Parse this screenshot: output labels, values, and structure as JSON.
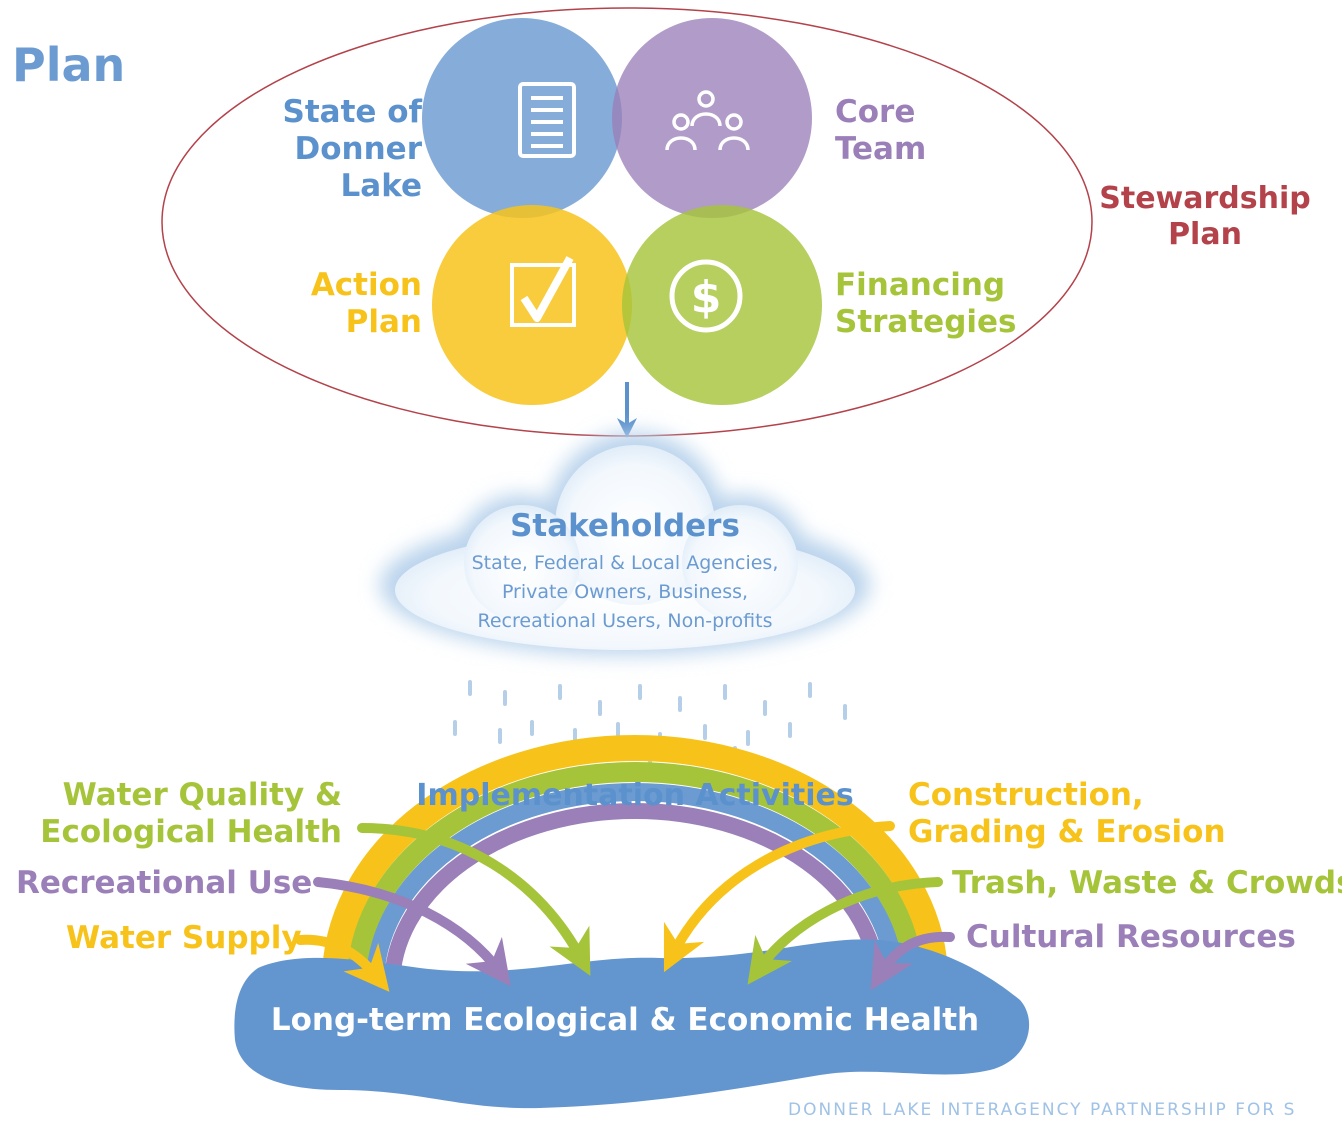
{
  "title": "Plan",
  "venn": {
    "state_of_donner_lake": [
      "State of",
      "Donner",
      "Lake"
    ],
    "core_team": [
      "Core",
      "Team"
    ],
    "action_plan": [
      "Action",
      "Plan"
    ],
    "financing_strategies": [
      "Financing",
      "Strategies"
    ]
  },
  "stewardship_plan": [
    "Stewardship",
    "Plan"
  ],
  "stakeholders": {
    "title": "Stakeholders",
    "lines": [
      "State, Federal & Local Agencies,",
      "Private Owners, Business,",
      "Recreational Users, Non-profits"
    ]
  },
  "implementation_label": "Implementation Activities",
  "left_labels": {
    "water_quality": [
      "Water Quality &",
      "Ecological Health"
    ],
    "recreational_use": "Recreational Use",
    "water_supply": "Water Supply"
  },
  "right_labels": {
    "construction": [
      "Construction,",
      "Grading & Erosion"
    ],
    "trash": "Trash, Waste & Crowds",
    "cultural": "Cultural Resources"
  },
  "lake_label": "Long-term Ecological & Economic Health",
  "footer": "DONNER LAKE INTERAGENCY PARTNERSHIP FOR S",
  "colors": {
    "blue": "#5b91cc",
    "purple": "#9b7fb8",
    "yellow": "#f7c31a",
    "green": "#a6c43a",
    "red": "#b3424a"
  },
  "icons": [
    "document-icon",
    "people-icon",
    "checkbox-icon",
    "dollar-icon"
  ]
}
